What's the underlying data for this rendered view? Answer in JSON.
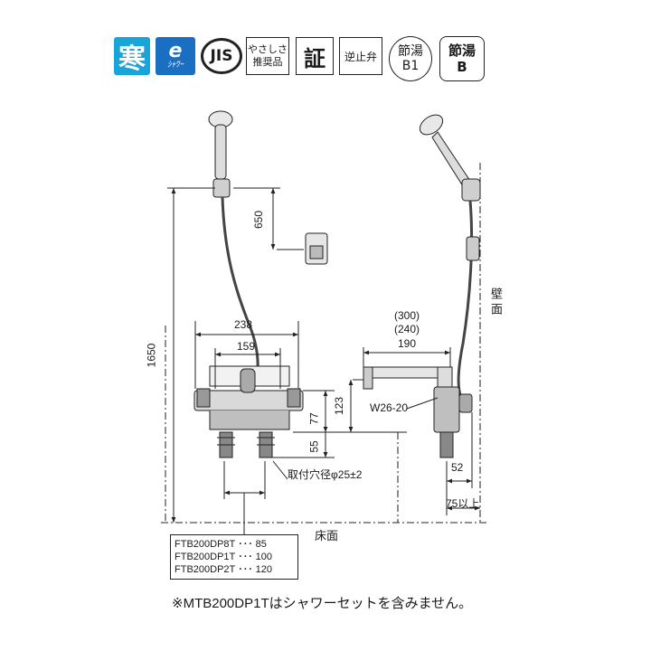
{
  "badges": {
    "cold": "寒",
    "eco_main": "e",
    "eco_sub": "ｼｬﾜｰ",
    "jis": "JIS",
    "care_line1": "やさしさ",
    "care_line2": "推奨品",
    "cert": "証",
    "check_valve": "逆止弁",
    "save_b1_line1": "節湯",
    "save_b1_line2": "B1",
    "save_b_line1": "節湯",
    "save_b_line2": "B"
  },
  "dimensions": {
    "total_height": "1650",
    "hook_offset": "650",
    "body_width": "238",
    "pitch": "159",
    "spout_opt1": "(300)",
    "spout_opt2": "(240)",
    "spout_len": "190",
    "spout_height": "123",
    "body_height": "77",
    "leg_height": "55",
    "thread": "W26-20",
    "mount_hole": "取付穴径φ25±2",
    "wall_offset": "52",
    "wall_min": "75以上"
  },
  "labels": {
    "wall": "壁面",
    "floor": "床面"
  },
  "models": [
    "FTB200DP8T ･･･ 85",
    "FTB200DP1T ･･･ 100",
    "FTB200DP2T ･･･ 120"
  ],
  "note": "※MTB200DP1Tはシャワーセットを含みません。"
}
